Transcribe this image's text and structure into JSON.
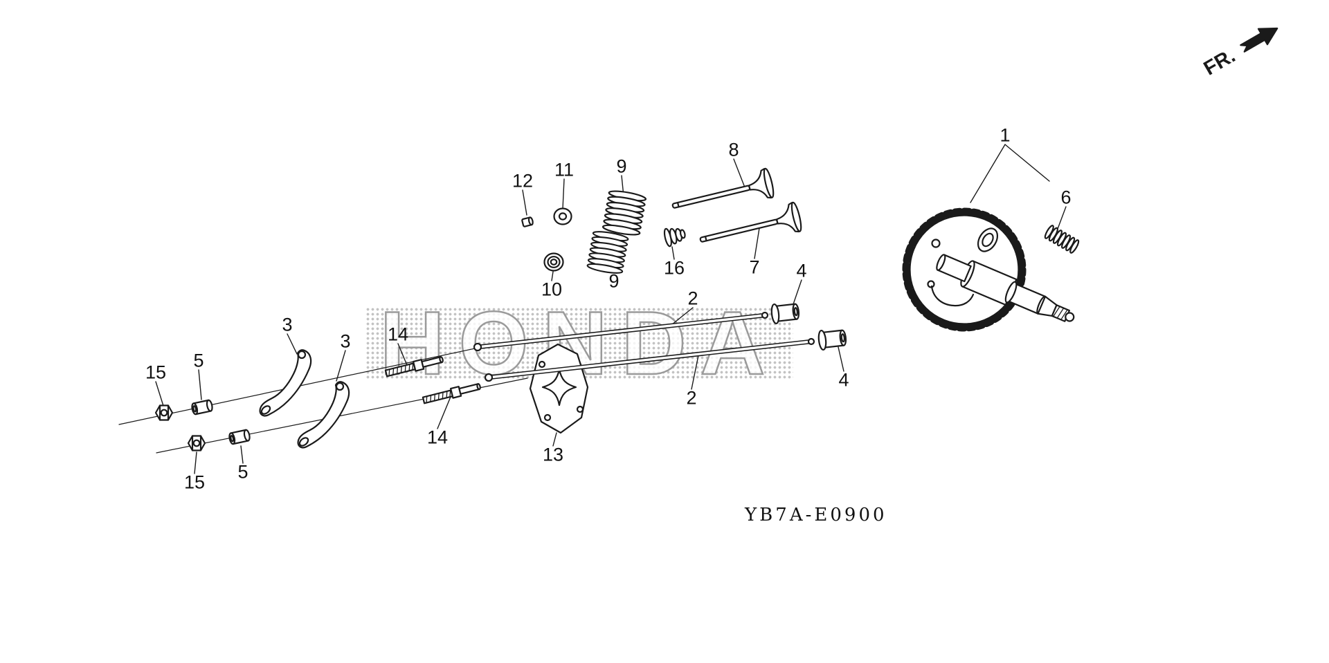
{
  "meta": {
    "diagram_code": "YB7A-E0900",
    "direction_label": "FR.",
    "watermark": "HONDA"
  },
  "colors": {
    "background": "#ffffff",
    "line": "#1a1a1a",
    "watermark": "#9a9a9a"
  },
  "part_labels": {
    "n1": "1",
    "n2a": "2",
    "n2b": "2",
    "n3a": "3",
    "n3b": "3",
    "n4a": "4",
    "n4b": "4",
    "n5a": "5",
    "n5b": "5",
    "n6": "6",
    "n7": "7",
    "n8": "8",
    "n9a": "9",
    "n9b": "9",
    "n10": "10",
    "n11": "11",
    "n12": "12",
    "n13": "13",
    "n14a": "14",
    "n14b": "14",
    "n15a": "15",
    "n15b": "15",
    "n16": "16"
  }
}
